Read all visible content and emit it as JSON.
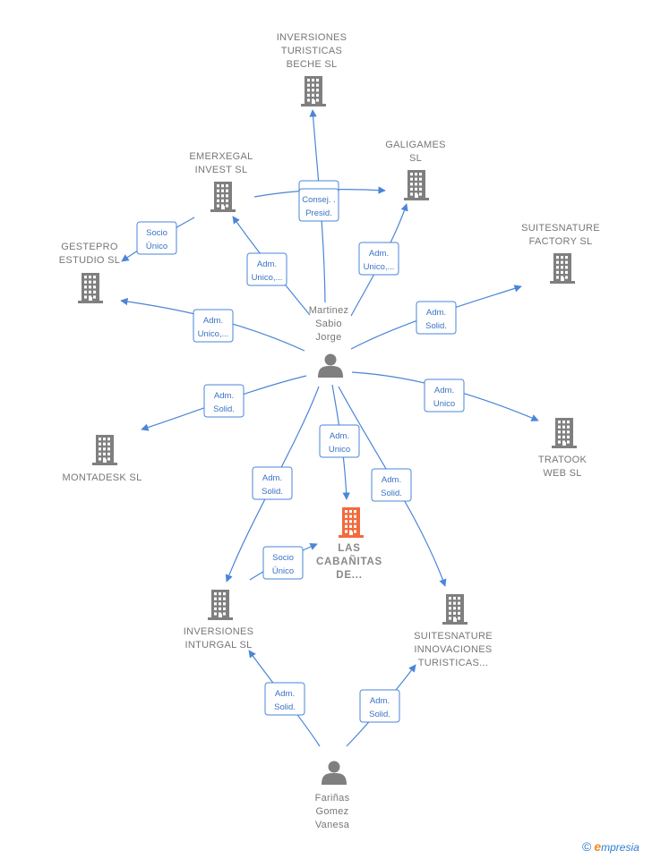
{
  "nodes": [
    {
      "id": "beche",
      "type": "company",
      "label": [
        "INVERSIONES",
        "TURISTICAS",
        "BECHE  SL"
      ]
    },
    {
      "id": "galigames",
      "type": "company",
      "label": [
        "GALIGAMES",
        "SL"
      ]
    },
    {
      "id": "emerxegal",
      "type": "company",
      "label": [
        "EMERXEGAL",
        "INVEST  SL"
      ]
    },
    {
      "id": "gestepro",
      "type": "company",
      "label": [
        "GESTEPRO",
        "ESTUDIO SL"
      ]
    },
    {
      "id": "suitefactory",
      "type": "company",
      "label": [
        "SUITESNATURE",
        "FACTORY  SL"
      ]
    },
    {
      "id": "martinez",
      "type": "person",
      "label": [
        "Martinez",
        "Sabio",
        "Jorge"
      ]
    },
    {
      "id": "montadesk",
      "type": "company",
      "label": [
        "MONTADESK SL"
      ]
    },
    {
      "id": "tratook",
      "type": "company",
      "label": [
        "TRATOOK",
        "WEB SL"
      ]
    },
    {
      "id": "cabanitas",
      "type": "company",
      "focus": true,
      "label": [
        "LAS",
        "CABAÑITAS",
        "DE..."
      ]
    },
    {
      "id": "inturgal",
      "type": "company",
      "label": [
        "INVERSIONES",
        "INTURGAL  SL"
      ]
    },
    {
      "id": "suiteinnov",
      "type": "company",
      "label": [
        "SUITESNATURE",
        "INNOVACIONES",
        "TURISTICAS..."
      ]
    },
    {
      "id": "farinas",
      "type": "person",
      "label": [
        "Fariñas",
        "Gomez",
        "Vanesa"
      ]
    }
  ],
  "edges": [
    {
      "from": "martinez",
      "to": "beche",
      "label": [
        "Socio"
      ]
    },
    {
      "from": "emerxegal",
      "to": "galigames",
      "label": [
        "Consej. .",
        "Presid."
      ]
    },
    {
      "from": "martinez",
      "to": "galigames",
      "label": [
        "Adm.",
        "Unico,..."
      ]
    },
    {
      "from": "martinez",
      "to": "emerxegal",
      "label": [
        "Adm.",
        "Unico,..."
      ]
    },
    {
      "from": "emerxegal",
      "to": "gestepro",
      "label": [
        "Socio",
        "Único"
      ]
    },
    {
      "from": "martinez",
      "to": "gestepro",
      "label": [
        "Adm.",
        "Unico,..."
      ]
    },
    {
      "from": "martinez",
      "to": "suitefactory",
      "label": [
        "Adm.",
        "Solid."
      ]
    },
    {
      "from": "martinez",
      "to": "montadesk",
      "label": [
        "Adm.",
        "Solid."
      ]
    },
    {
      "from": "martinez",
      "to": "tratook",
      "label": [
        "Adm.",
        "Unico"
      ]
    },
    {
      "from": "martinez",
      "to": "cabanitas",
      "label": [
        "Adm.",
        "Unico"
      ]
    },
    {
      "from": "martinez",
      "to": "inturgal",
      "label": [
        "Adm.",
        "Solid."
      ]
    },
    {
      "from": "martinez",
      "to": "suiteinnov",
      "label": [
        "Adm.",
        "Solid."
      ]
    },
    {
      "from": "inturgal",
      "to": "cabanitas",
      "label": [
        "Socio",
        "Único"
      ]
    },
    {
      "from": "farinas",
      "to": "inturgal",
      "label": [
        "Adm.",
        "Solid."
      ]
    },
    {
      "from": "farinas",
      "to": "suiteinnov",
      "label": [
        "Adm.",
        "Solid."
      ]
    }
  ],
  "colors": {
    "company": "#7f7f7f",
    "focus": "#f26a3d",
    "person": "#7f7f7f",
    "edge": "#4a86d8"
  },
  "brand": {
    "copyright": "©",
    "e": "e",
    "rest": "mpresia"
  }
}
